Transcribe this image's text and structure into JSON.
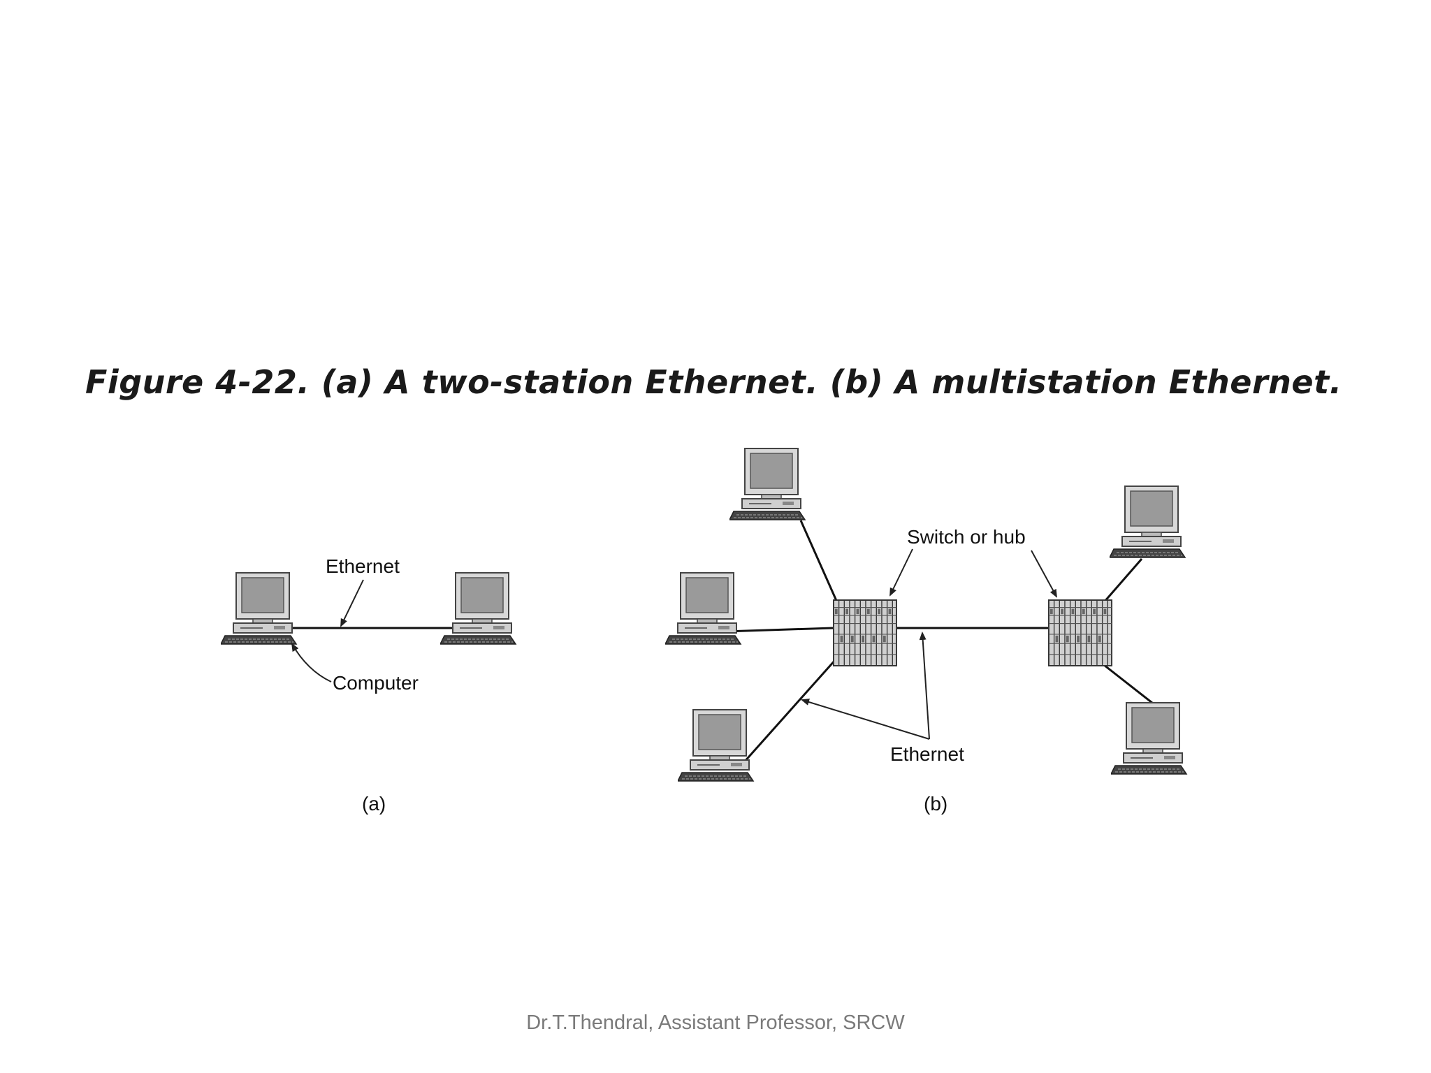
{
  "figure": {
    "title": "Figure 4-22. (a) A two-station Ethernet. (b) A multistation Ethernet."
  },
  "panel_a": {
    "ethernet_label": "Ethernet",
    "computer_label": "Computer",
    "caption": "(a)"
  },
  "panel_b": {
    "switch_label": "Switch or hub",
    "ethernet_label": "Ethernet",
    "caption": "(b)"
  },
  "footer": {
    "text": "Dr.T.Thendral, Assistant Professor, SRCW"
  }
}
